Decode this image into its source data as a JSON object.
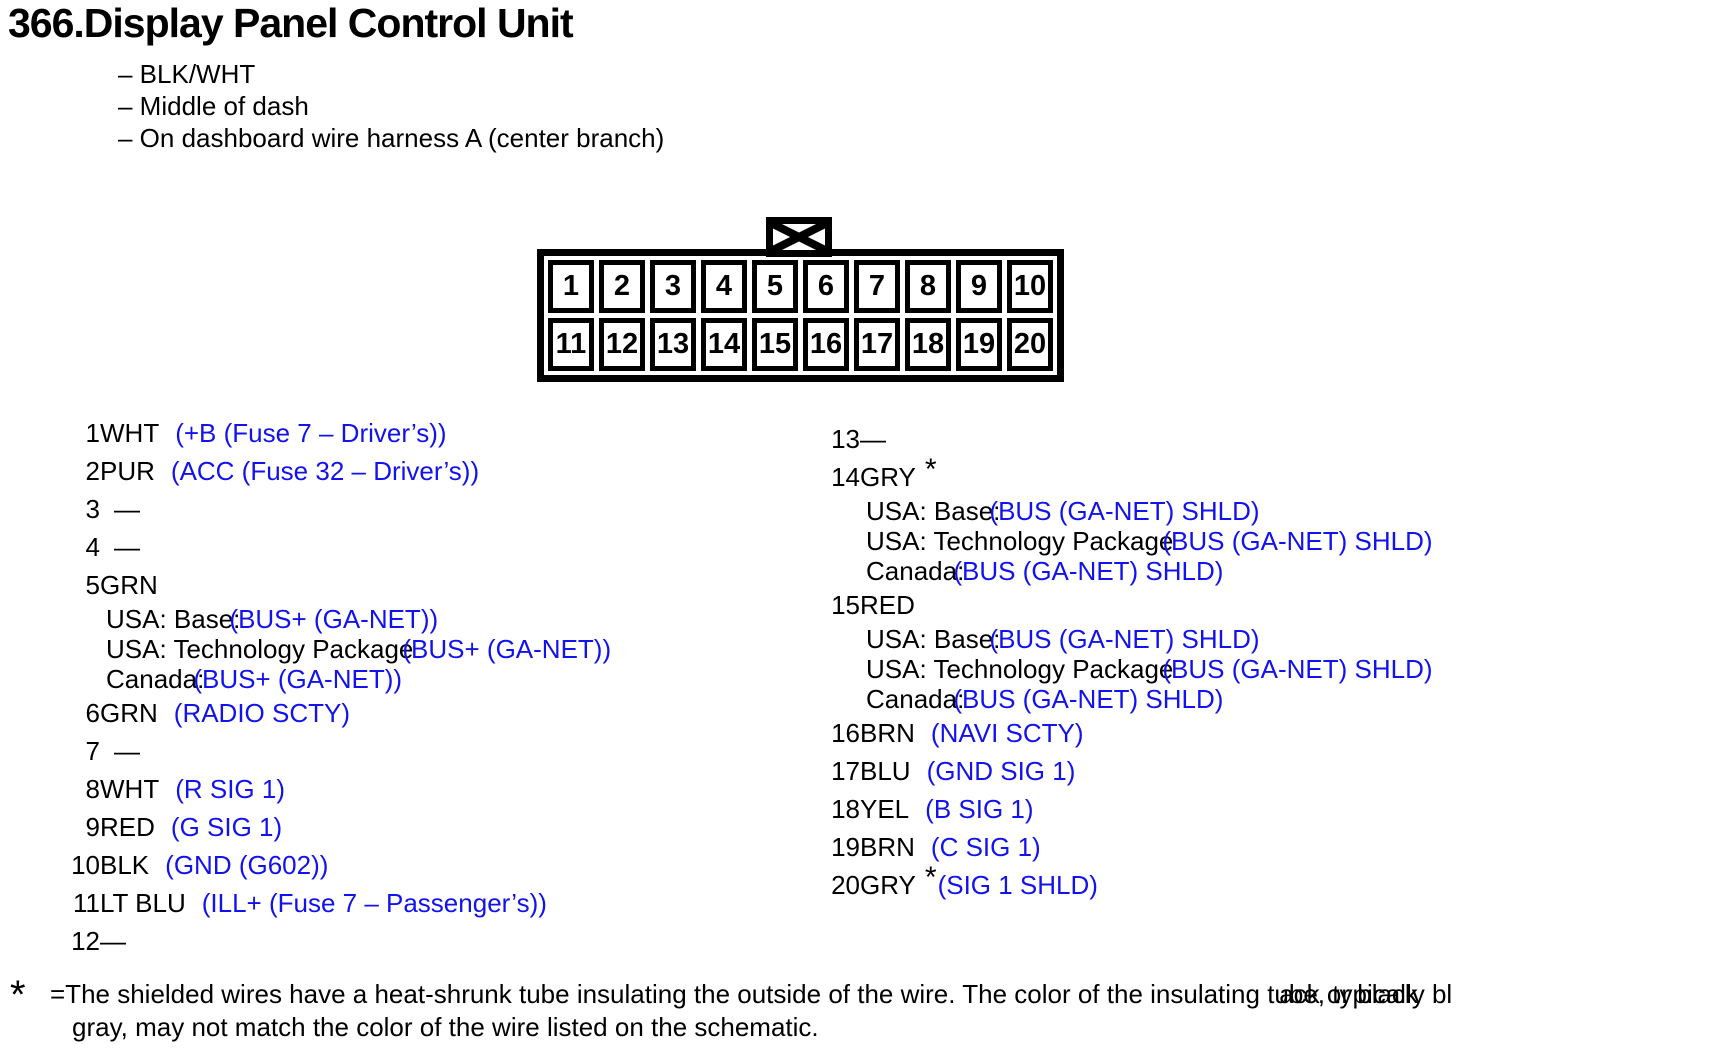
{
  "title": "366.Display Panel Control Unit",
  "header_notes": [
    "– BLK/WHT",
    "– Middle of dash",
    "– On dashboard wire harness A (center branch)"
  ],
  "colors": {
    "link_blue": "#1212ee",
    "text_black": "#000000"
  },
  "connector": {
    "key_icon": "crossed-box",
    "pins_row1": [
      "1",
      "2",
      "3",
      "4",
      "5",
      "6",
      "7",
      "8",
      "9",
      "10"
    ],
    "pins_row2": [
      "11",
      "12",
      "13",
      "14",
      "15",
      "16",
      "17",
      "18",
      "19",
      "20"
    ]
  },
  "left_pins": [
    {
      "num": "1",
      "color": "WHT",
      "value": "(+B (Fuse 7 – Driver’s))"
    },
    {
      "num": "2",
      "color": "PUR",
      "value": "(ACC (Fuse 32 – Driver’s))"
    },
    {
      "num": "3",
      "color": "—",
      "gap_dash": true
    },
    {
      "num": "4",
      "color": "—",
      "gap_dash": true
    },
    {
      "num": "5",
      "color": "GRN",
      "subs": [
        {
          "label": "USA: Base:",
          "value": "(BUS+ (GA-NET))"
        },
        {
          "label": "USA: Technology Package",
          "value": "(BUS+ (GA-NET))"
        },
        {
          "label": "Canada:",
          "value": "(BUS+ (GA-NET))"
        }
      ]
    },
    {
      "num": "6",
      "color": "GRN",
      "value": "(RADIO SCTY)"
    },
    {
      "num": "7",
      "color": "—",
      "gap_dash": true
    },
    {
      "num": "8",
      "color": "WHT",
      "value": "(R SIG 1)"
    },
    {
      "num": "9",
      "color": "RED",
      "value": "(G SIG 1)"
    },
    {
      "num": "10",
      "color": "BLK",
      "value": "(GND (G602))"
    },
    {
      "num": "11",
      "color": "LT BLU",
      "value": "(ILL+ (Fuse 7 – Passenger’s))"
    },
    {
      "num": "12",
      "color": "—"
    }
  ],
  "right_pins": [
    {
      "num": "13",
      "color": "—"
    },
    {
      "num": "14",
      "color": "GRY",
      "star": true,
      "subs": [
        {
          "label": "USA: Base:",
          "value": "(BUS (GA-NET) SHLD)"
        },
        {
          "label": "USA: Technology Package",
          "value": "(BUS (GA-NET) SHLD)"
        },
        {
          "label": "Canada:",
          "value": "(BUS (GA-NET) SHLD)"
        }
      ]
    },
    {
      "num": "15",
      "color": "RED",
      "subs": [
        {
          "label": "USA: Base:",
          "value": "(BUS (GA-NET) SHLD)"
        },
        {
          "label": "USA: Technology Package",
          "value": "(BUS (GA-NET) SHLD)"
        },
        {
          "label": "Canada:",
          "value": "(BUS (GA-NET) SHLD)"
        }
      ]
    },
    {
      "num": "16",
      "color": "BRN",
      "value": "(NAVI SCTY)"
    },
    {
      "num": "17",
      "color": "BLU",
      "value": "(GND SIG 1)"
    },
    {
      "num": "18",
      "color": "YEL",
      "value": "(B SIG 1)"
    },
    {
      "num": "19",
      "color": "BRN",
      "value": "(C SIG 1)"
    },
    {
      "num": "20",
      "color": "GRY",
      "star": true,
      "value": "(SIG 1 SHLD)",
      "tight_value": true
    }
  ],
  "footnote": {
    "symbol": "*",
    "line1_prefix": "=The shielded wires have a heat-shrunk tube insulating the outside of the wire.  The color of the insulating ",
    "overlap_text_a": "tube, typically bl",
    "overlap_text_b": "ack or black",
    "line2": "gray, may not match the color of the wire listed on the schematic."
  }
}
